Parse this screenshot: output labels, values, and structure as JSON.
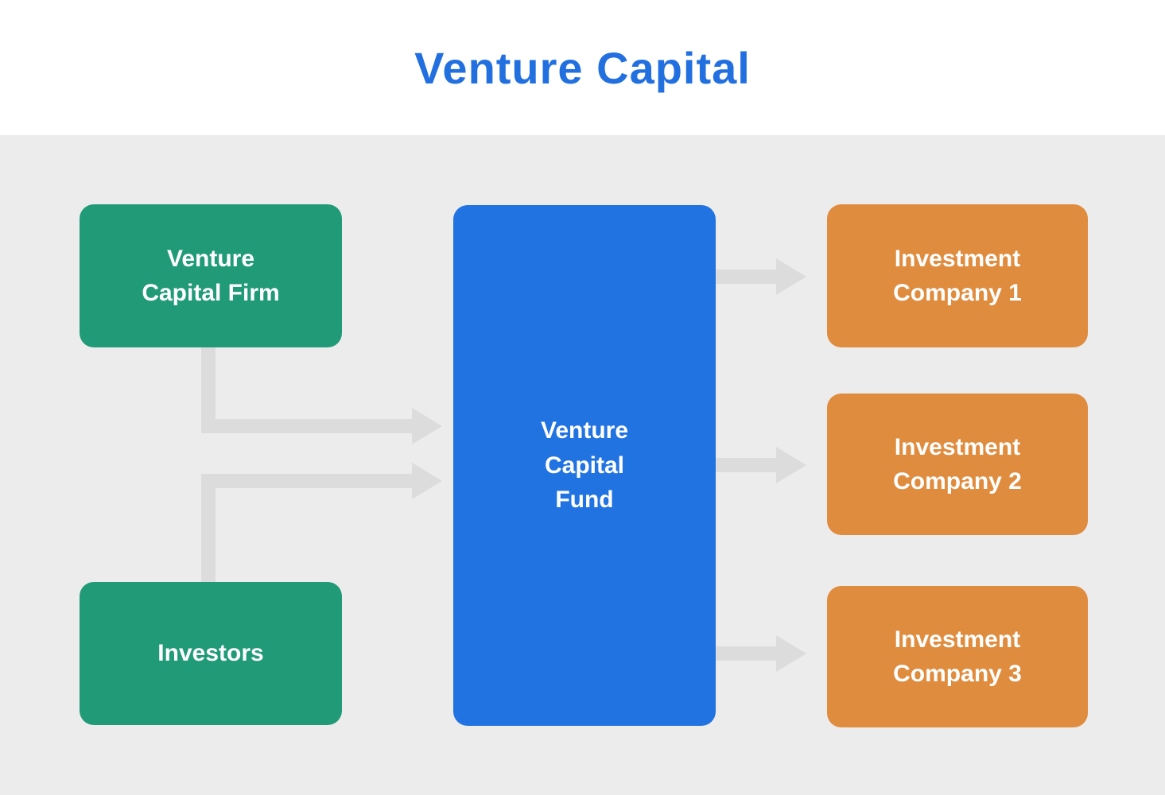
{
  "title": "Venture Capital",
  "colors": {
    "title": "#2270e0",
    "green": "#219a78",
    "blue": "#2273e2",
    "orange": "#e08c3e",
    "arrow": "#dcdcdc",
    "body_bg": "#ececec",
    "header_bg": "#ffffff",
    "node_text": "#ffffff"
  },
  "nodes": {
    "firm": {
      "label": "Venture\nCapital Firm"
    },
    "investors": {
      "label": "Investors"
    },
    "fund": {
      "label": "Venture\nCapital\nFund"
    },
    "company1": {
      "label": "Investment\nCompany 1"
    },
    "company2": {
      "label": "Investment\nCompany 2"
    },
    "company3": {
      "label": "Investment\nCompany 3"
    }
  }
}
